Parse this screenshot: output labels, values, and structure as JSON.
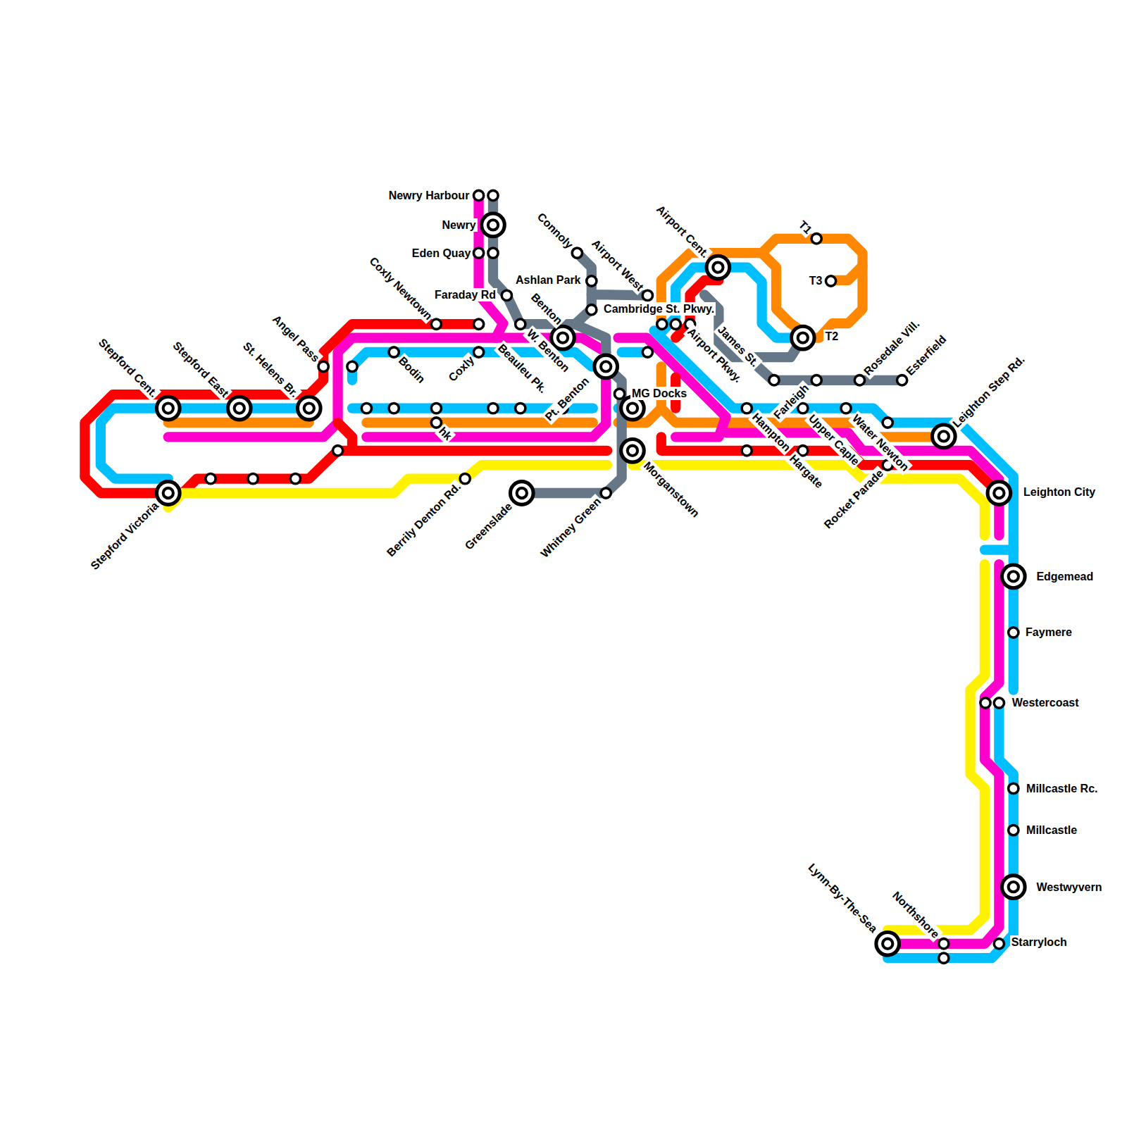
{
  "diagram": {
    "labels": [
      "Newry Harbour",
      "Newry",
      "Eden Quay",
      "Faraday Rd",
      "Ashlan Park",
      "Cambridge St. Pkwy.",
      "Connoly",
      "Airport West",
      "Airport Cent.",
      "T1",
      "T3",
      "T2",
      "Rosedale Vill.",
      "Esterfield",
      "Leighton Step Rd.",
      "Leighton City",
      "Edgemead",
      "Faymere",
      "Westercoast",
      "Millcastle Rc.",
      "Millcastle",
      "Westwyvern",
      "Starryloch",
      "Northshore",
      "Lynn-By-The-Sea",
      "Stepford Cent.",
      "Stepford East",
      "St. Helens Br.",
      "Angel Pass",
      "Stepford Victoria",
      "Berrily Denton Rd.",
      "Greenslade",
      "Whitney Green",
      "Morganstown",
      "Coxly Newtown",
      "Coxly",
      "Bodin",
      "Benton",
      "W. Benton",
      "Beauleu Pk.",
      "Pt. Benton",
      "hk",
      "MG Docks",
      "Airport Pkwy.",
      "James St.",
      "Farleigh",
      "Hampton",
      "Hargate",
      "Upper Caple",
      "Water Newton",
      "Rocket Parade"
    ]
  }
}
